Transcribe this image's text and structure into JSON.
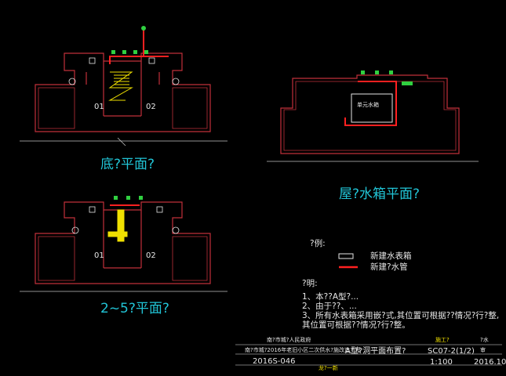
{
  "plans": {
    "ground_title": "底?平面?",
    "upper_title": "2~5?平面?",
    "roof_title": "屋?水箱平面?"
  },
  "roof": {
    "tank_label": "单元水箱"
  },
  "rooms": {
    "left_num": "01",
    "right_num": "02"
  },
  "legend": {
    "heading": "?例:",
    "items": [
      {
        "label": "新建水表箱",
        "swatch": "box"
      },
      {
        "label": "新建?水管",
        "swatch": "line",
        "color": "#ff2020"
      }
    ]
  },
  "notes": {
    "heading": "?明:",
    "lines": [
      "1、本??A型?...",
      "2、由于??、...",
      "3、所有水表箱采用嵌?式,其位置可根据??情况?行?整,",
      "   其位置可根据??情况?行?整。"
    ]
  },
  "title_block": {
    "company": "南?市城?人民政府",
    "project": "南?市城?2016年老旧小区二次供水?施改造工程",
    "drawing_no": "2016S-046",
    "drawing_title": "A型?洞平面布置?",
    "sheet_code": "SC07-2(1/2)",
    "scale": "1:100",
    "date": "2016.10",
    "check_label": "施工?",
    "profession_label": "?水",
    "stage": "审",
    "designer": "龙?一新"
  },
  "colors": {
    "wall": "#c0303a",
    "pipe": "#ff2020",
    "label": "#21c4d6",
    "green": "#30d040",
    "stair": "#f0e000"
  }
}
